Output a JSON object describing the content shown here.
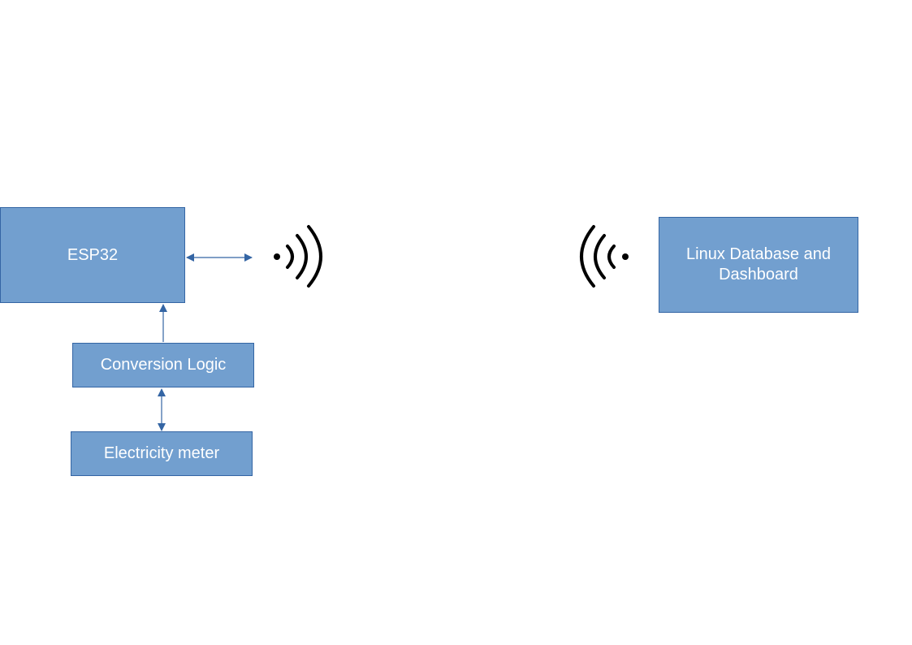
{
  "diagram": {
    "nodes": {
      "esp32": "ESP32",
      "conversion_logic": "Conversion Logic",
      "electricity_meter": "Electricity meter",
      "linux_dashboard": "Linux Database and Dashboard"
    },
    "edges": [
      {
        "from": "esp32",
        "to": "wireless-signal-left",
        "direction": "bidirectional"
      },
      {
        "from": "conversion_logic",
        "to": "esp32",
        "direction": "forward"
      },
      {
        "from": "electricity_meter",
        "to": "conversion_logic",
        "direction": "bidirectional"
      }
    ],
    "icons": [
      "wireless-signal-right-icon",
      "wireless-signal-left-icon"
    ],
    "colors": {
      "box_fill": "#729fcf",
      "box_border": "#3465a4",
      "arrow": "#3465a4",
      "text": "#ffffff",
      "signal": "#000000"
    }
  }
}
